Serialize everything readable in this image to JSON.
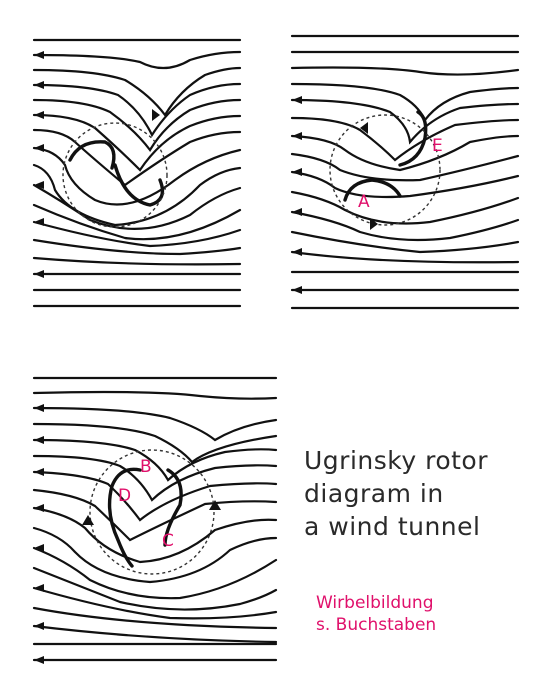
{
  "caption": {
    "line1": "Ugrinsky rotor",
    "line2": "diagram  in",
    "line3": "a wind tunnel"
  },
  "note": {
    "line1": "Wirbelbildung",
    "line2": "s. Buchstaben"
  },
  "labels": {
    "A": "A",
    "B": "B",
    "C": "C",
    "D": "D",
    "E": "E"
  },
  "colors": {
    "accent": "#e0106b",
    "ink": "#111111",
    "caption": "#2a2a2a"
  }
}
